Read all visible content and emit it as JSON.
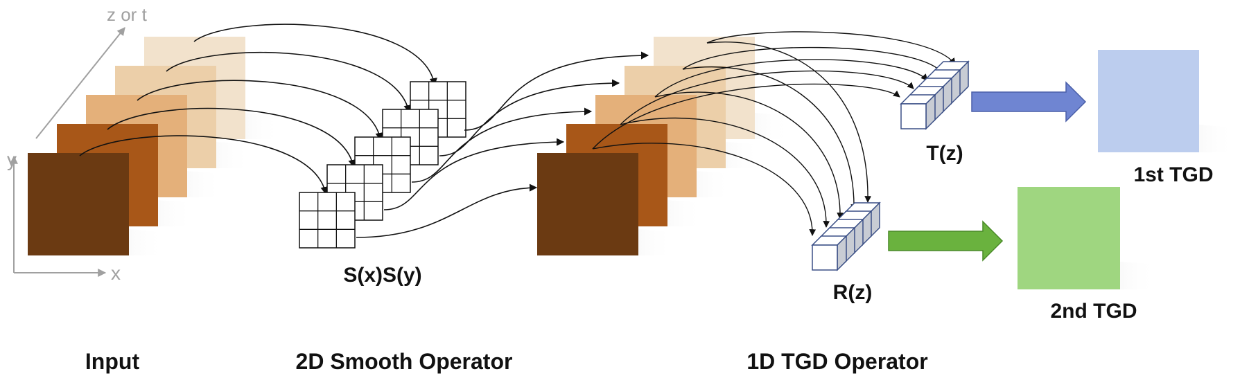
{
  "axes": {
    "z_label": "z or t",
    "y_label": "y",
    "x_label": "x"
  },
  "labels": {
    "smooth_out": "S(x)S(y)",
    "tz": "T(z)",
    "rz": "R(z)",
    "first_tgd": "1st TGD",
    "second_tgd": "2nd TGD"
  },
  "sections": {
    "input": "Input",
    "smooth": "2D Smooth Operator",
    "tgd": "1D TGD Operator"
  },
  "colors": {
    "frames": [
      "#f2e2cc",
      "#eccfa9",
      "#e4b07a",
      "#a85718",
      "#6b3a12"
    ],
    "first_tgd_fill": "#bccdee",
    "second_tgd_fill": "#9fd680",
    "first_arrow": "#6f85d2",
    "second_arrow": "#6ab23e",
    "cell_stroke": "#3a4f86",
    "axis": "#a0a0a0"
  }
}
